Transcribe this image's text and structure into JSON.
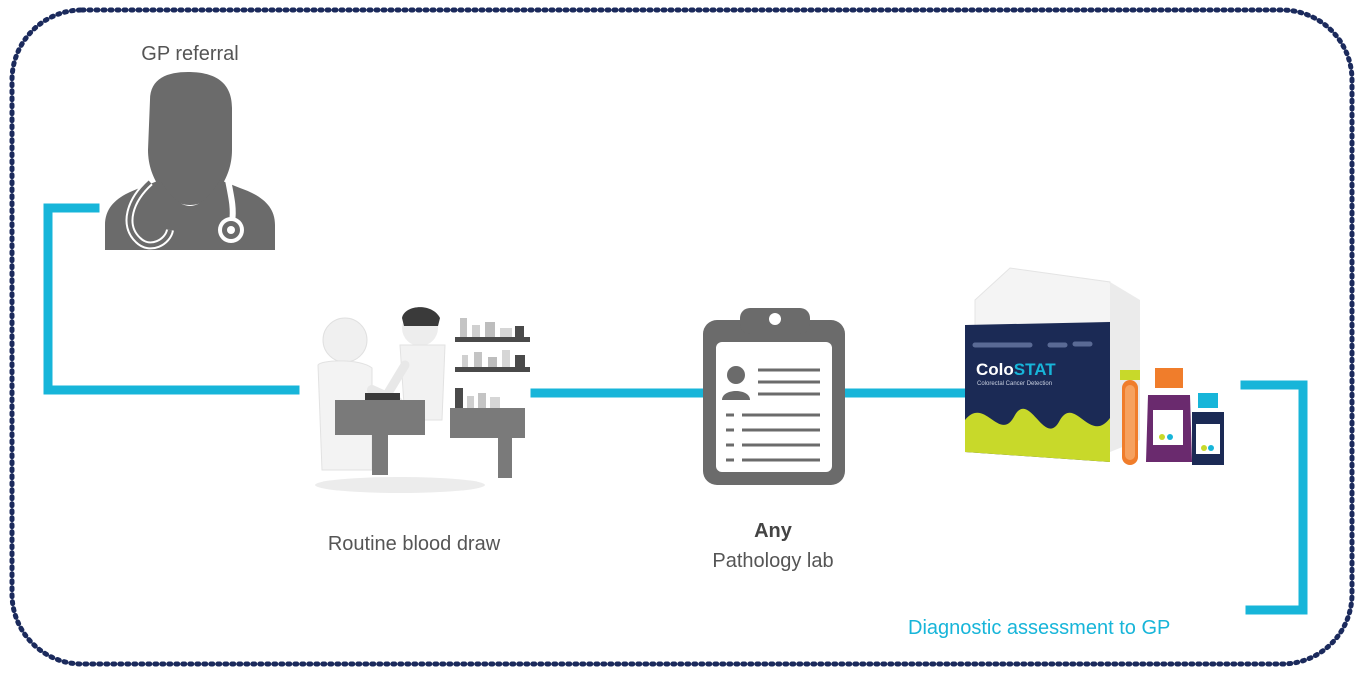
{
  "colors": {
    "border": "#1b2a5c",
    "connector": "#17b5d9",
    "icon_grey": "#6b6b6b",
    "kit_navy": "#1b2a55",
    "kit_lime": "#c8d92a"
  },
  "steps": {
    "gp": {
      "label": "GP referral",
      "icon": "doctor-icon"
    },
    "blood": {
      "label": "Routine blood draw",
      "icon": "blood-draw-illustration"
    },
    "lab": {
      "label_bold": "Any",
      "label": "Pathology lab",
      "icon": "clipboard-icon"
    },
    "kit": {
      "brand_part1": "Colo",
      "brand_part2": "STAT",
      "tagline": "Colorectal Cancer Detection",
      "icon": "test-kit-illustration"
    },
    "result": {
      "label": "Diagnostic assessment to GP"
    }
  }
}
